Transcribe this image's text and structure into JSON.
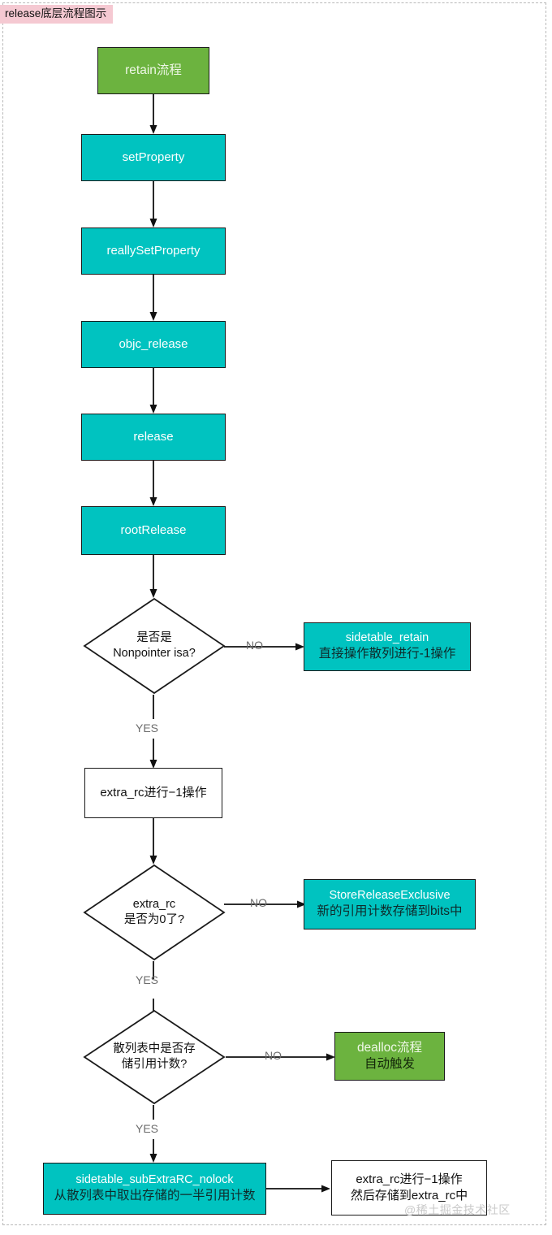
{
  "diagram": {
    "title": "release底层流程图示",
    "watermark": "@稀土掘金技术社区",
    "colors": {
      "title_bg": "#f5c9d2",
      "teal": "#00c3c0",
      "green": "#6cb33f",
      "plain": "#ffffff",
      "border": "#1a1a1a",
      "edge_label": "#6d6d6d",
      "frame": "#b9b9b9"
    },
    "nodes": {
      "retain": {
        "l1": "retain流程"
      },
      "set_property": {
        "l1": "setProperty"
      },
      "really_set_property": {
        "l1": "reallySetProperty"
      },
      "objc_release": {
        "l1": "objc_release"
      },
      "release": {
        "l1": "release"
      },
      "root_release": {
        "l1": "rootRelease"
      },
      "decision_nonpointer": {
        "l1": "是否是",
        "l2": "Nonpointer isa?"
      },
      "sidetable_retain": {
        "l1": "sidetable_retain",
        "l2": "直接操作散列进行-1操作"
      },
      "extra_rc_minus_one": {
        "l1": "extra_rc进行−1操作"
      },
      "decision_extra_rc_zero": {
        "l1": "extra_rc",
        "l2": "是否为0了?"
      },
      "store_release_exclusive": {
        "l1": "StoreReleaseExclusive",
        "l2": "新的引用计数存储到bits中"
      },
      "decision_sidetable_has_rc": {
        "l1": "散列表中是否存",
        "l2": "储引用计数?"
      },
      "dealloc": {
        "l1": "dealloc流程",
        "l2": "自动触发"
      },
      "sidetable_sub_extra_rc": {
        "l1": "sidetable_subExtraRC_nolock",
        "l2": "从散列表中取出存储的一半引用计数"
      },
      "extra_rc_store": {
        "l1": "extra_rc进行−1操作",
        "l2": "然后存储到extra_rc中"
      }
    },
    "edge_labels": {
      "no_1": "NO",
      "yes_1": "YES",
      "no_2": "NO",
      "yes_2": "YES",
      "no_3": "NO",
      "yes_3": "YES"
    }
  }
}
